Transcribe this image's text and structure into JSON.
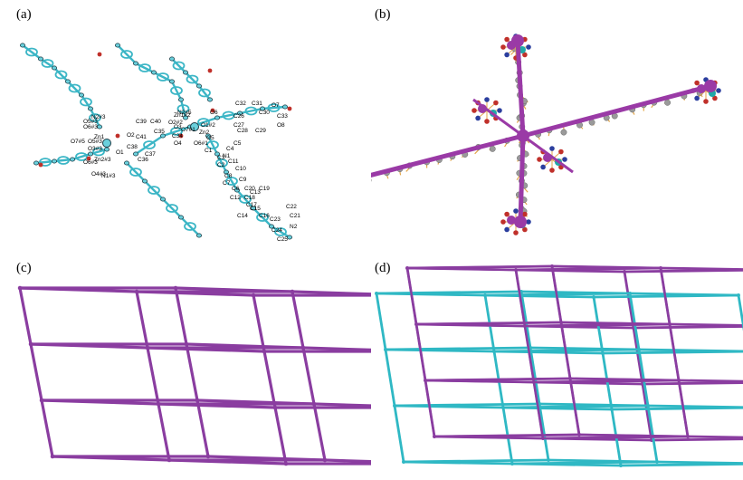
{
  "panels": {
    "a": {
      "label": "(a)"
    },
    "b": {
      "label": "(b)"
    },
    "c": {
      "label": "(c)"
    },
    "d": {
      "label": "(d)"
    }
  },
  "atom_labels": [
    "N2#3",
    "O5#3",
    "O6#3",
    "Zn1",
    "O7#5",
    "O5#3",
    "O3#3",
    "O6#3",
    "Zn2#3",
    "O4#3",
    "N1#3",
    "O1",
    "O2",
    "C41",
    "C38",
    "C39",
    "C40",
    "C36",
    "C37",
    "C35",
    "O2#2",
    "Zn1#2",
    "O3",
    "C34",
    "O7#1",
    "O4",
    "O6#1",
    "N2#5",
    "Zn2",
    "O1#2",
    "O6",
    "O5",
    "C32",
    "C31",
    "C26",
    "C27",
    "C28",
    "C29",
    "C30",
    "O7",
    "C33",
    "O8",
    "C5",
    "C4",
    "N1",
    "C3",
    "C1",
    "C2",
    "C11",
    "C10",
    "C9",
    "C8",
    "C7",
    "C6",
    "C20",
    "C19",
    "C18",
    "C17",
    "C13",
    "C12",
    "C14",
    "C15",
    "C16",
    "C22",
    "C21",
    "N2",
    "C23",
    "C24",
    "C25"
  ],
  "colors": {
    "network_purple": "#8a3da0",
    "network_cyan": "#2fb8c4",
    "bond_cyan": "#3cb6c6",
    "zn_sphere": "#9a3aa6",
    "carbon_grey": "#9a9a9a",
    "oxygen_red": "#c0302a",
    "nitrogen_blue": "#2b3e9e",
    "ligand_orange": "#e3a64a"
  }
}
